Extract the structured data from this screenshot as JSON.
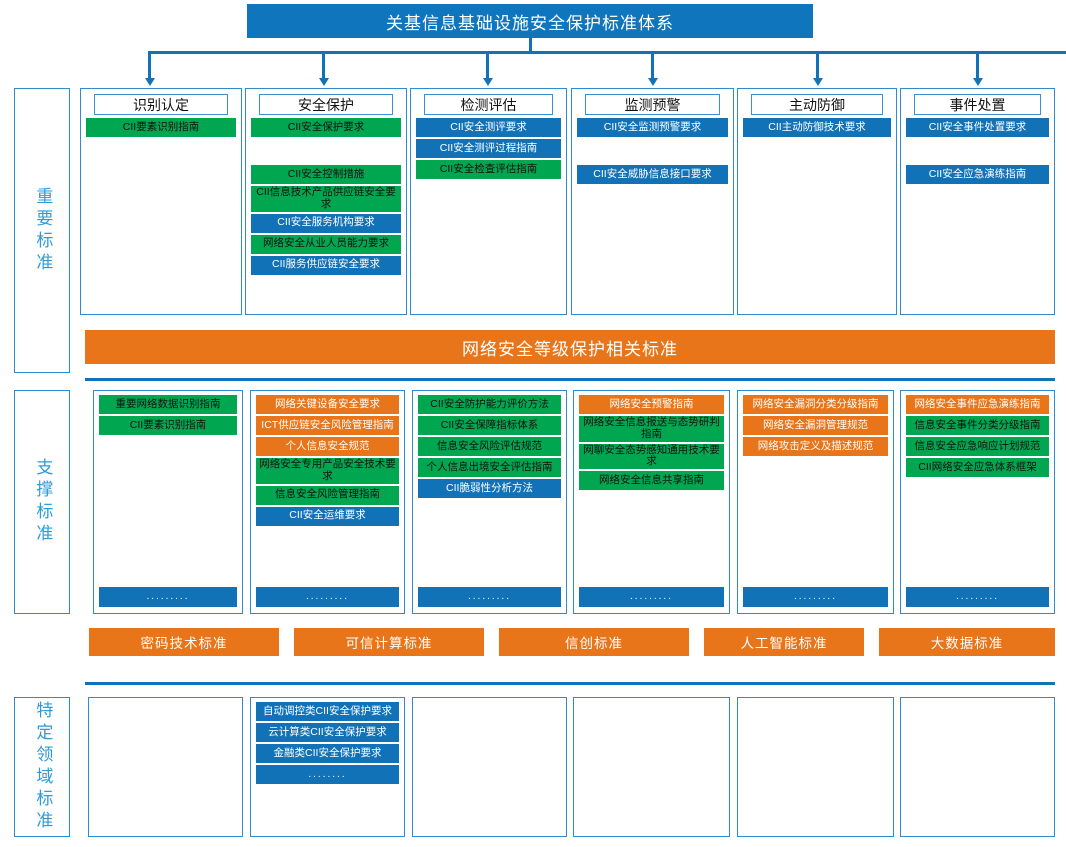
{
  "title": "关基信息基础设施安全保护标准体系",
  "colors": {
    "blue": "#1272B8",
    "green": "#00A650",
    "orange": "#E8751A",
    "border": "#2E8BD0",
    "label_text": "#2E9BD8"
  },
  "bands": [
    {
      "name": "important",
      "label": "重要标准"
    },
    {
      "name": "supporting",
      "label": "支撑标准"
    },
    {
      "name": "domain",
      "label": "特定领域标准"
    }
  ],
  "important": {
    "columns": [
      {
        "header": "识别认定",
        "items": [
          {
            "text": "CII要素识别指南",
            "color": "green"
          }
        ]
      },
      {
        "header": "安全保护",
        "items": [
          {
            "text": "CII安全保护要求",
            "color": "green"
          },
          {
            "text": "",
            "color": "none"
          },
          {
            "text": "CII安全控制措施",
            "color": "green"
          },
          {
            "text": "CII信息技术产品供应链安全要求",
            "color": "green"
          },
          {
            "text": "CII安全服务机构要求",
            "color": "blue"
          },
          {
            "text": "网络安全从业人员能力要求",
            "color": "green"
          },
          {
            "text": "CII服务供应链安全要求",
            "color": "blue"
          }
        ]
      },
      {
        "header": "检测评估",
        "items": [
          {
            "text": "CII安全测评要求",
            "color": "blue"
          },
          {
            "text": "CII安全测评过程指南",
            "color": "blue"
          },
          {
            "text": "CII安全检查评估指南",
            "color": "green"
          }
        ]
      },
      {
        "header": "监测预警",
        "items": [
          {
            "text": "CII安全监测预警要求",
            "color": "blue"
          },
          {
            "text": "",
            "color": "none"
          },
          {
            "text": "CII安全威胁信息接口要求",
            "color": "blue"
          }
        ]
      },
      {
        "header": "主动防御",
        "items": [
          {
            "text": "CII主动防御技术要求",
            "color": "blue"
          }
        ]
      },
      {
        "header": "事件处置",
        "items": [
          {
            "text": "CII安全事件处置要求",
            "color": "blue"
          },
          {
            "text": "",
            "color": "none"
          },
          {
            "text": "CII安全应急演练指南",
            "color": "blue"
          }
        ]
      }
    ]
  },
  "banner": {
    "text": "网络安全等级保护相关标准"
  },
  "supporting": {
    "columns": [
      {
        "items": [
          {
            "text": "重要网络数据识别指南",
            "color": "green"
          },
          {
            "text": "CII要素识别指南",
            "color": "green"
          }
        ],
        "footer": "........."
      },
      {
        "items": [
          {
            "text": "网络关键设备安全要求",
            "color": "orange"
          },
          {
            "text": "ICT供应链安全风险管理指南",
            "color": "orange"
          },
          {
            "text": "个人信息安全规范",
            "color": "orange"
          },
          {
            "text": "网络安全专用产品安全技术要求",
            "color": "green"
          },
          {
            "text": "信息安全风险管理指南",
            "color": "green"
          },
          {
            "text": "CII安全运维要求",
            "color": "blue"
          }
        ],
        "footer": "........."
      },
      {
        "items": [
          {
            "text": "CII安全防护能力评价方法",
            "color": "green"
          },
          {
            "text": "CII安全保障指标体系",
            "color": "green"
          },
          {
            "text": "信息安全风险评估规范",
            "color": "green"
          },
          {
            "text": "个人信息出境安全评估指南",
            "color": "green"
          },
          {
            "text": "CII脆弱性分析方法",
            "color": "blue"
          }
        ],
        "footer": "........."
      },
      {
        "items": [
          {
            "text": "网络安全预警指南",
            "color": "orange"
          },
          {
            "text": "网络安全信息报送与态势研判指南",
            "color": "green"
          },
          {
            "text": "网聊安全态势感知通用技术要求",
            "color": "green"
          },
          {
            "text": "网络安全信息共享指南",
            "color": "green"
          }
        ],
        "footer": "........."
      },
      {
        "items": [
          {
            "text": "网络安全漏洞分类分级指南",
            "color": "orange"
          },
          {
            "text": "网络安全漏洞管理规范",
            "color": "orange"
          },
          {
            "text": "网络攻击定义及描述规范",
            "color": "orange"
          }
        ],
        "footer": "........."
      },
      {
        "items": [
          {
            "text": "网络安全事件应急演练指南",
            "color": "orange"
          },
          {
            "text": "信息安全事件分类分级指南",
            "color": "green"
          },
          {
            "text": "信息安全应急响应计划规范",
            "color": "green"
          },
          {
            "text": "CII网络安全应急体系框架",
            "color": "green"
          }
        ],
        "footer": "........."
      }
    ]
  },
  "chips": [
    {
      "text": "密码技术标准"
    },
    {
      "text": "可信计算标准"
    },
    {
      "text": "信创标准"
    },
    {
      "text": "人工智能标准"
    },
    {
      "text": "大数据标准"
    }
  ],
  "domain": {
    "columns": [
      {
        "items": []
      },
      {
        "items": [
          {
            "text": "自动调控类CII安全保护要求",
            "color": "blue"
          },
          {
            "text": "云计算类CII安全保护要求",
            "color": "blue"
          },
          {
            "text": "金融类CII安全保护要求",
            "color": "blue"
          },
          {
            "text": "........",
            "color": "blue"
          }
        ]
      },
      {
        "items": []
      },
      {
        "items": []
      },
      {
        "items": []
      },
      {
        "items": []
      }
    ]
  }
}
